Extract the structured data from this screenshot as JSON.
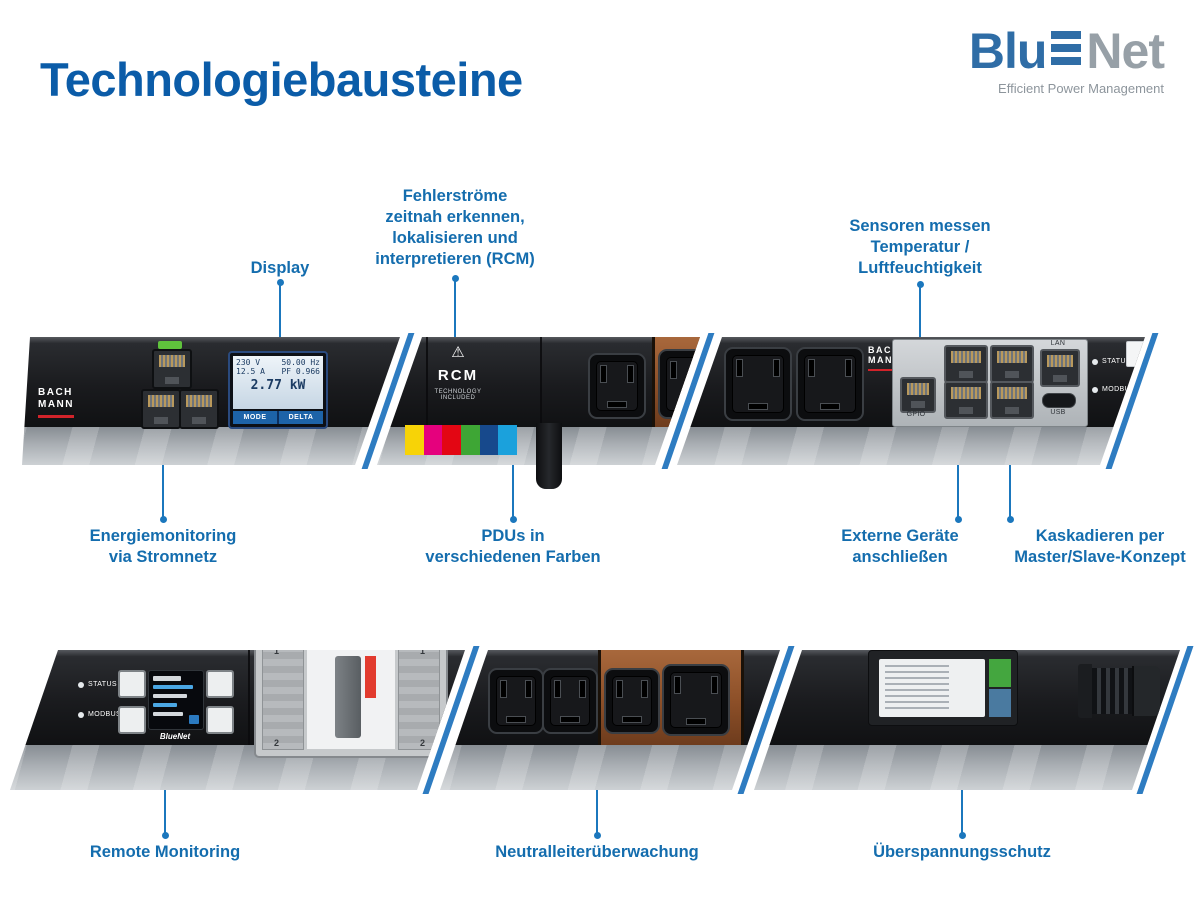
{
  "title": "Technologiebausteine",
  "logo": {
    "part1": "Blu",
    "part2": "Net",
    "tagline": "Efficient Power Management"
  },
  "annotations": {
    "display": "Display",
    "rcm": "Fehlerströme\nzeitnah erkennen,\nlokalisieren und\ninterpretieren (RCM)",
    "sensors": "Sensoren messen\nTemperatur /\nLuftfeuchtigkeit",
    "energy": "Energiemonitoring\nvia Stromnetz",
    "pdu_colors": "PDUs in\nverschiedenen Farben",
    "external_devices": "Externe Geräte\nanschließen",
    "cascading": "Kaskadieren per\nMaster/Slave-Konzept",
    "remote": "Remote Monitoring",
    "neutral": "Neutralleiterüberwachung",
    "surge": "Überspannungsschutz"
  },
  "hardware": {
    "bachmann_logo": "BACH\nMANN",
    "pdu_stripe_colors": [
      "#f7d307",
      "#e5017d",
      "#e30613",
      "#3ea635",
      "#17498c",
      "#1ba1dc"
    ],
    "meter_display": {
      "voltage": "230 V",
      "frequency": "50.00 Hz",
      "current": "12.5 A",
      "power_factor": "PF 0.966",
      "power": "2.77 kW",
      "button_mode": "MODE",
      "button_delta": "DELTA"
    },
    "rcm_module": {
      "warning_icon": "⚠",
      "title": "RCM",
      "subtitle": "TECHNOLOGY\nINCLUDED"
    },
    "port_labels": {
      "gpio": "GPIO",
      "lan": "LAN",
      "usb": "USB",
      "status": "STATUS",
      "modbus": "MODBUS"
    },
    "controller": {
      "status": "STATUS",
      "modbus": "MODBUS",
      "brand": "BlueNet",
      "pole1": "1",
      "pole2": "2"
    }
  },
  "colors": {
    "title_blue": "#0b5ca8",
    "annotation_blue": "#146dae",
    "divider_blue": "#2e7cc1"
  }
}
